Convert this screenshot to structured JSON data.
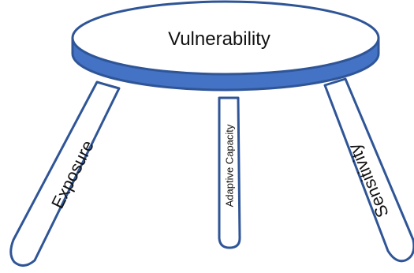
{
  "diagram": {
    "seat_label": "Vulnerability",
    "legs": [
      {
        "id": "exposure",
        "label": "Exposure"
      },
      {
        "id": "adaptive-capacity",
        "label": "Adaptive Capacity"
      },
      {
        "id": "sensitivity",
        "label": "Sensitivity"
      }
    ]
  },
  "colors": {
    "outline": "#2f5597",
    "seat_rim": "#4472c4",
    "seat_top": "#ffffff",
    "leg_fill": "#ffffff",
    "text": "#111111"
  }
}
